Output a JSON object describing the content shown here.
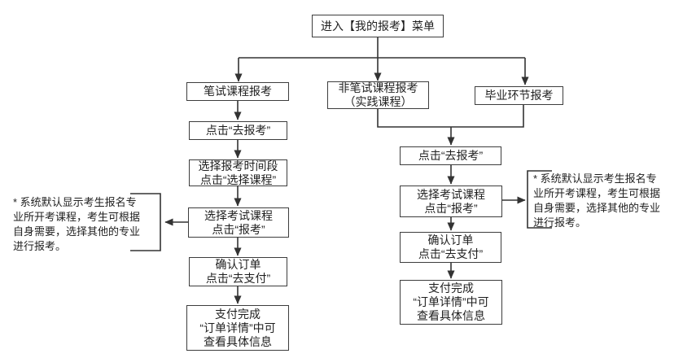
{
  "diagram": {
    "start_node": "进入【我的报考】菜单",
    "branches": {
      "written": "笔试课程报考",
      "non_written": "非笔试课程报考\n（实践课程）",
      "graduation": "毕业环节报考"
    },
    "written_flow": {
      "step1": "点击“去报考”",
      "step2": "选择报考时间段\n点击“选择课程”",
      "step3": "选择考试课程\n点击“报考”",
      "step4": "确认订单\n点击“去支付”",
      "step5": "支付完成\n“订单详情”中可\n查看具体信息"
    },
    "shared_flow": {
      "step1": "点击“去报考”",
      "step2": "选择考试课程\n点击“报考”",
      "step3": "确认订单\n点击“去支付”",
      "step4": "支付完成\n“订单详情”中可\n查看具体信息"
    },
    "notes": {
      "left": "* 系统默认显示考生报名专\n业所开考课程，考生可根据\n自身需要，选择其他的专业\n进行报考。",
      "right": "* 系统默认显示考生报名专\n业所开考课程，考生可根据\n自身需要，选择其他的专业\n进行报考。"
    },
    "colors": {
      "line": "#333333",
      "border": "#3d3d3d",
      "text": "#1f1f1f",
      "background": "#ffffff"
    }
  }
}
